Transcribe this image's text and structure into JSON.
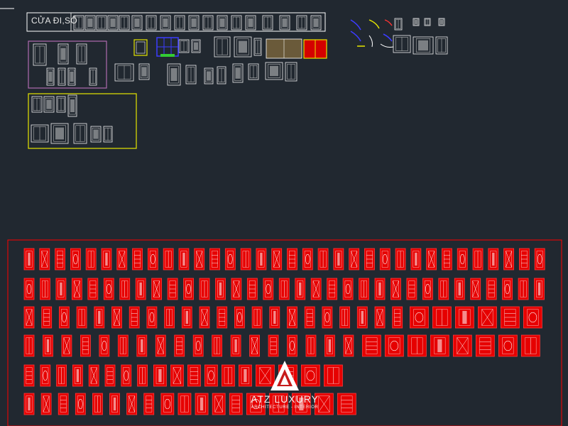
{
  "drawing": {
    "title_label": "CỬA ĐI,SỔ",
    "background_color": "#212830",
    "line_color": "#ffffff",
    "highlight_color": "#ff0000",
    "purple_frame_color": "#b06ab0",
    "yellow_frame_color": "#e6e600"
  },
  "logo": {
    "brand": "ATZ LUXURY",
    "tagline": "ARCHITECTURE - INTERIOR",
    "icon": "triangle-a-logo-icon"
  },
  "red_library": {
    "row_counts": [
      34,
      33,
      30,
      28,
      20,
      19
    ]
  }
}
